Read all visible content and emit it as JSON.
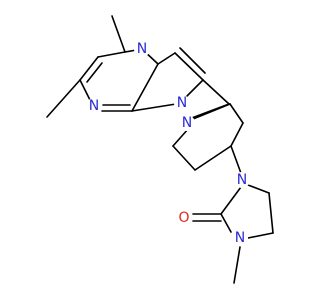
{
  "structure": {
    "atoms": [
      {
        "id": "n_bridge",
        "symbol": "N",
        "color": "#2b2bd6"
      },
      {
        "id": "n_pyrimidine",
        "symbol": "N",
        "color": "#2b2bd6"
      },
      {
        "id": "n_imidazole",
        "symbol": "N",
        "color": "#2b2bd6"
      },
      {
        "id": "n_piperidine",
        "symbol": "N",
        "color": "#2b2bd6"
      },
      {
        "id": "n_imidazolidinone_1",
        "symbol": "N",
        "color": "#2b2bd6"
      },
      {
        "id": "n_imidazolidinone_3",
        "symbol": "N",
        "color": "#2b2bd6"
      },
      {
        "id": "o_carbonyl",
        "symbol": "O",
        "color": "#e0271f"
      }
    ]
  }
}
